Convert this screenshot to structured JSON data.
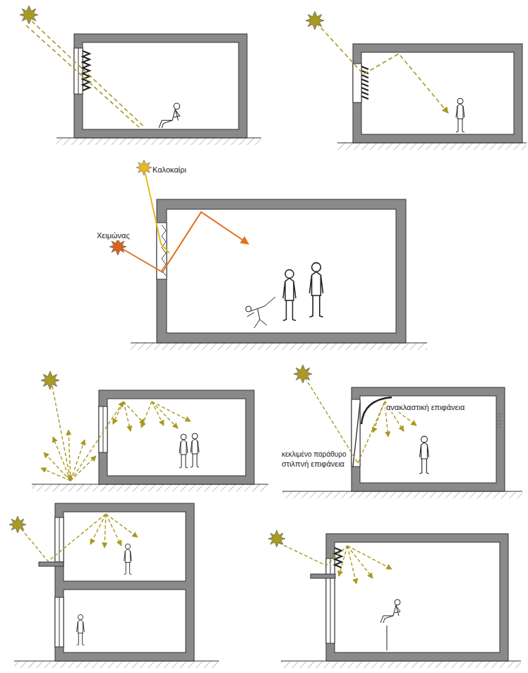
{
  "diagram": {
    "labels": [
      "Καλοκαίρι",
      "Χειμώνας",
      "ανακλαστική επιφάνεια",
      "κεκλιμένο παράθυρο",
      "στιλπνή επιφάνεια"
    ]
  }
}
